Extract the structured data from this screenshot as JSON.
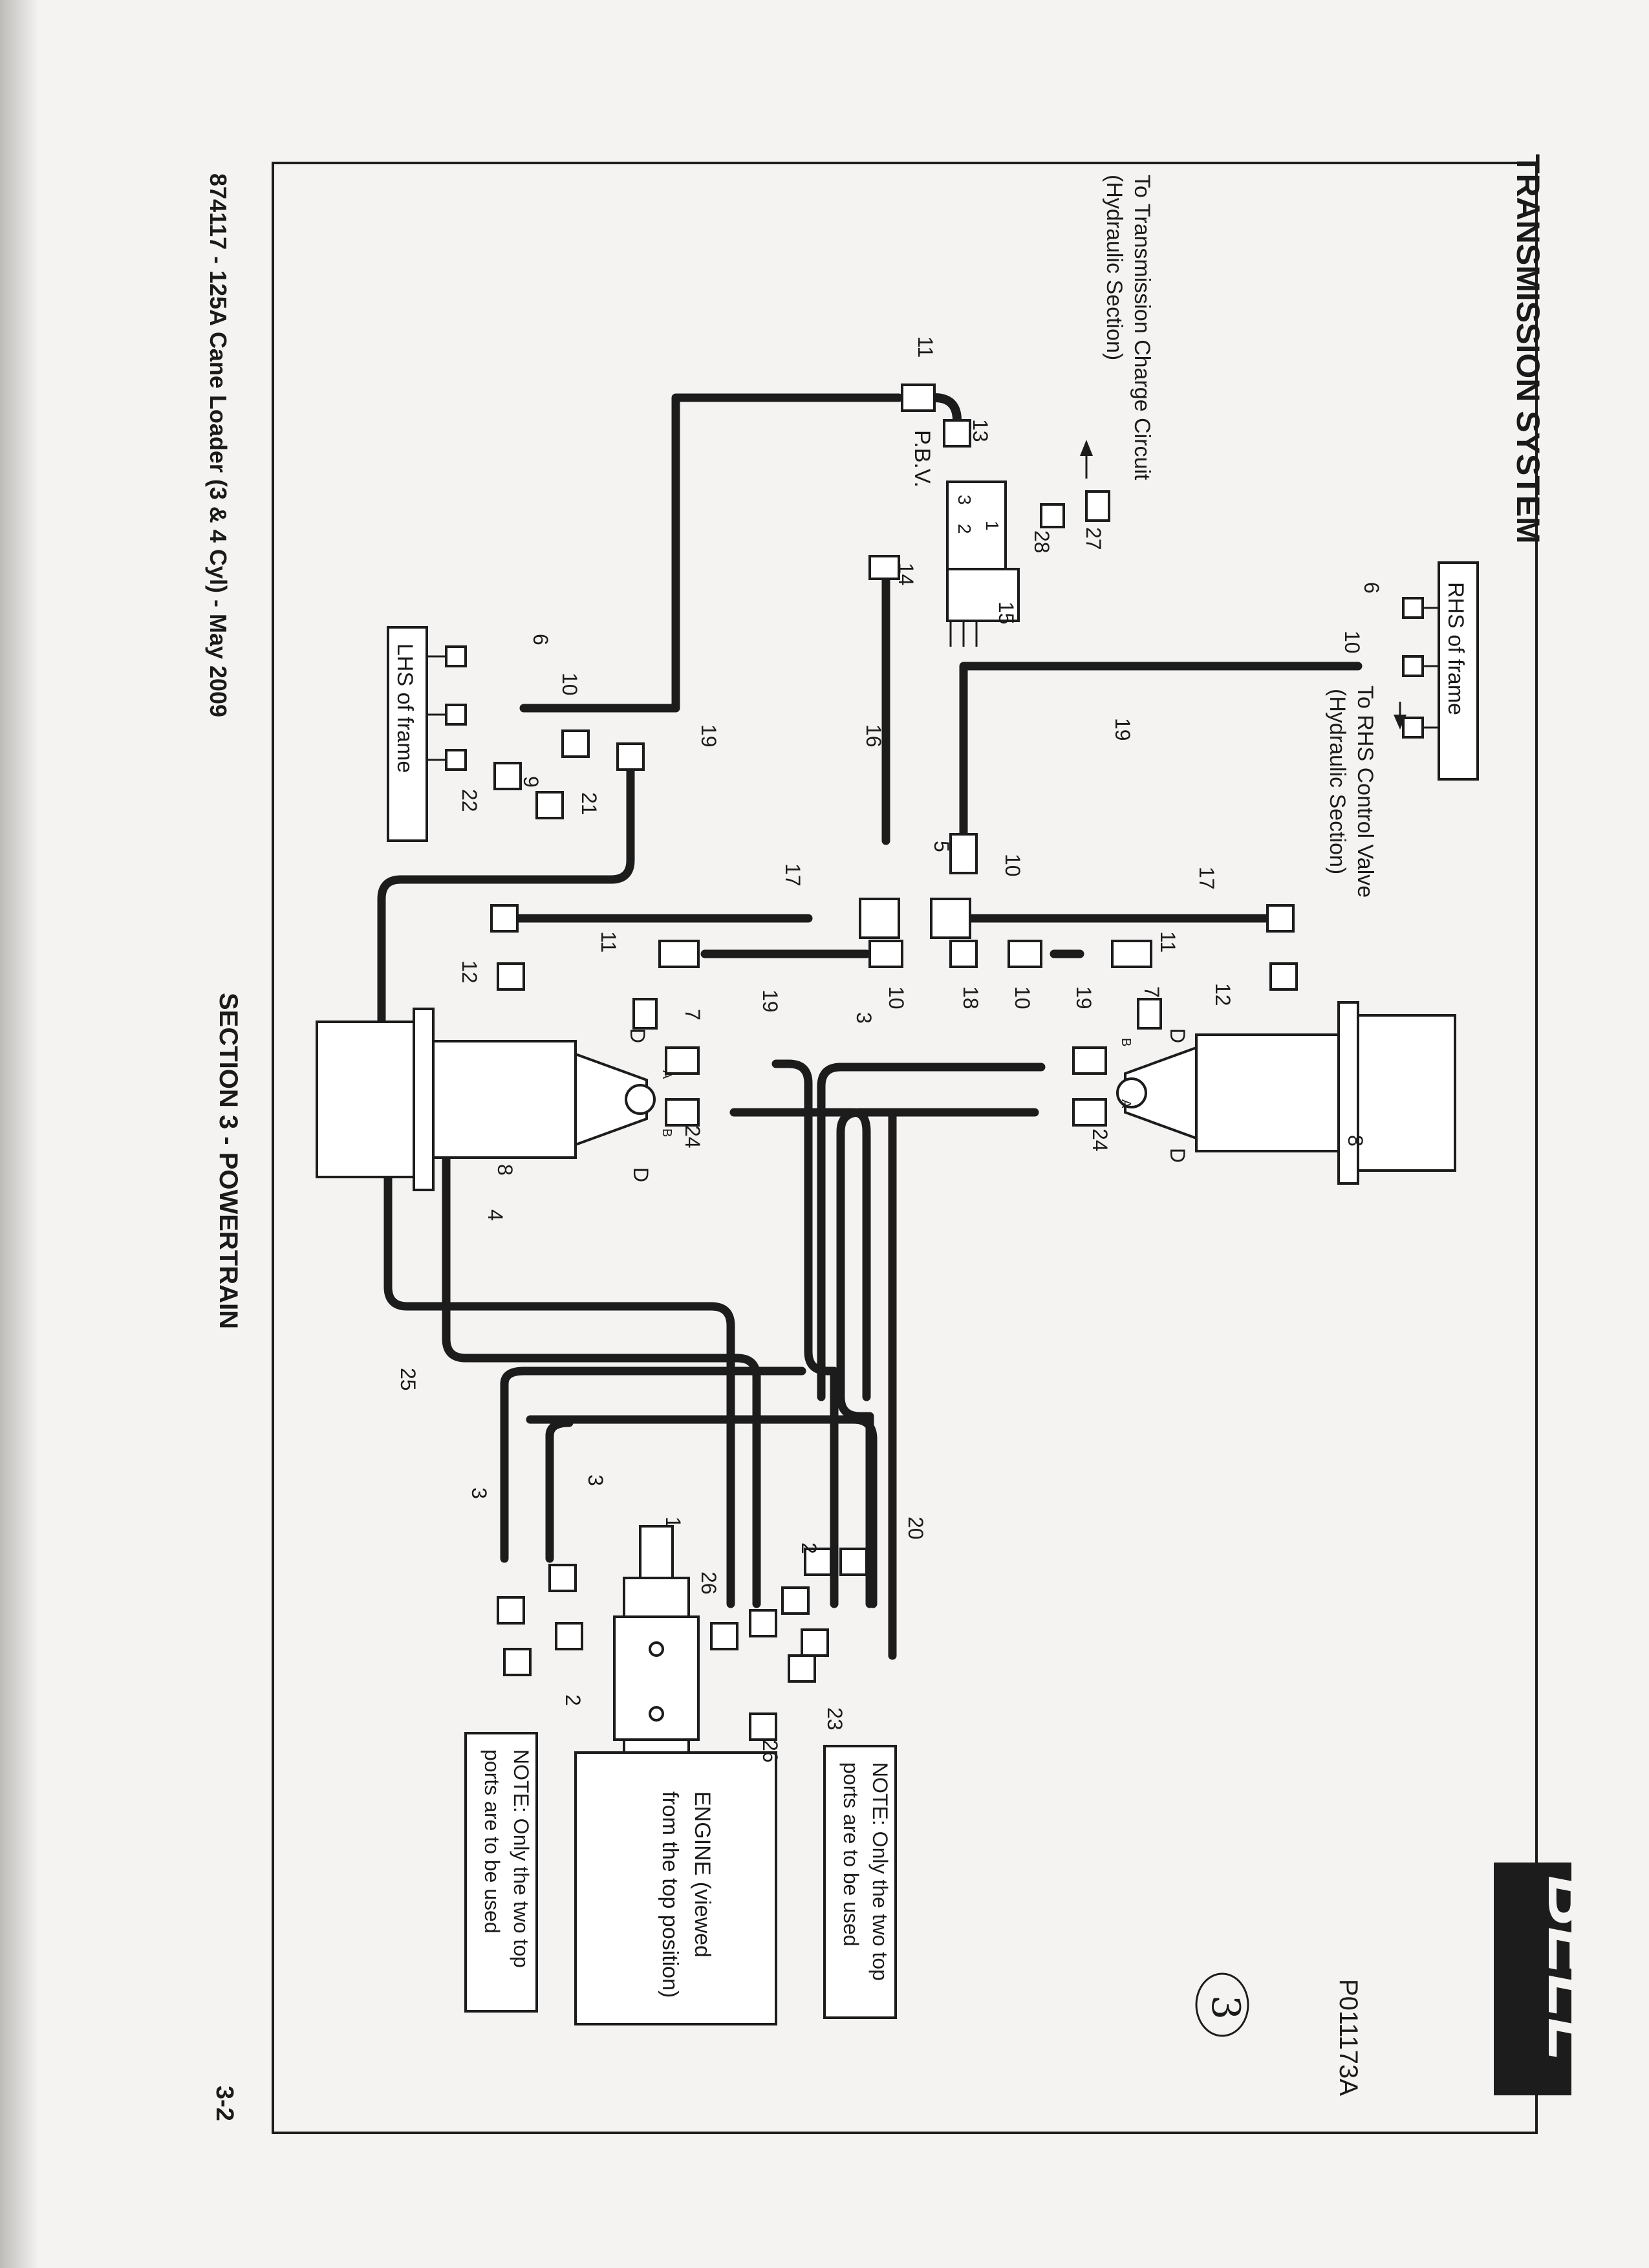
{
  "page": {
    "title": "TRANSMISSION SYSTEM",
    "brand": "BELL",
    "section": "SECTION 3 - POWERTRAIN",
    "footer": "874117 - 125A Cane Loader (3 & 4 Cyl) - May 2009",
    "page_number": "3-2",
    "figure_code": "P011173A",
    "handwritten_mark": "3"
  },
  "diagram": {
    "notes": {
      "charge_line1": "To Transmission Charge Circuit",
      "charge_line2": "(Hydraulic Section)",
      "rhs_control_line1": "To RHS Control Valve",
      "rhs_control_line2": "(Hydraulic Section)",
      "rhs_frame": "RHS of frame",
      "lhs_frame": "LHS of frame",
      "pbv": "P.B.V.",
      "engine_line1": "ENGINE (viewed",
      "engine_line2": "from the top position)",
      "note_line1": "NOTE: Only the two top",
      "note_line2": "ports are to be used"
    },
    "port_labels": {
      "p1": "1",
      "p2": "2",
      "p3": "3",
      "a": "A",
      "b": "B",
      "d1": "D",
      "d2": "D",
      "sub1": "1",
      "sub2": "2"
    },
    "callouts": {
      "c1": "1",
      "c2": "2",
      "c3": "3",
      "c4": "4",
      "c5": "5",
      "c6": "6",
      "c7": "7",
      "c8": "8",
      "c9": "9",
      "c10": "10",
      "c11": "11",
      "c12": "12",
      "c13": "13",
      "c14": "14",
      "c15": "15",
      "c16": "16",
      "c17": "17",
      "c18": "18",
      "c19": "19",
      "c20": "20",
      "c21": "21",
      "c22": "22",
      "c23": "23",
      "c24": "24",
      "c25": "25",
      "c26": "26",
      "c27": "27",
      "c28": "28"
    }
  }
}
